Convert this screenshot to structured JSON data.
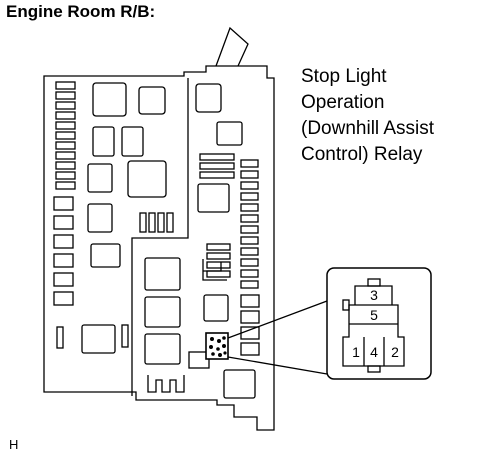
{
  "title": "Engine Room R/B:",
  "relay_label": {
    "lines": [
      "Stop Light",
      "Operation",
      "(Downhill Assist",
      "Control) Relay"
    ]
  },
  "relay_pins": {
    "top": "3",
    "middle": "5",
    "bottom_left": "1",
    "bottom_center": "4",
    "bottom_right": "2"
  },
  "figure_code": "H"
}
